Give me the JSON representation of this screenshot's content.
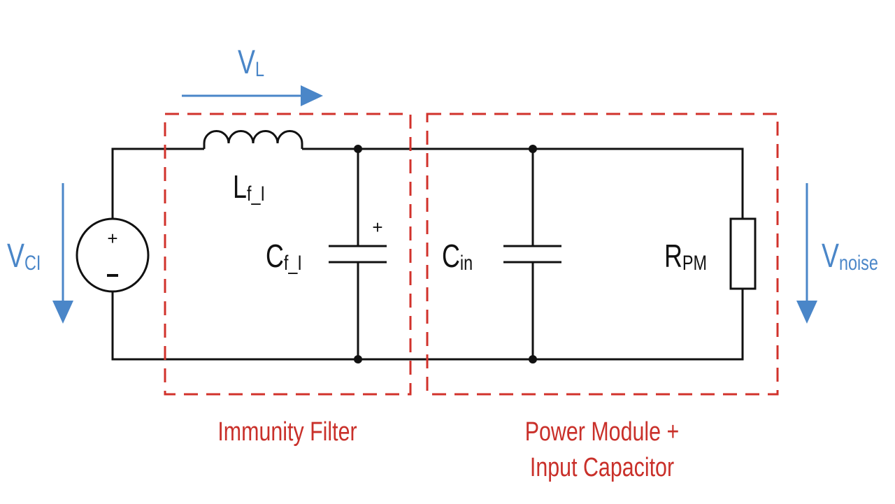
{
  "diagram": {
    "colors": {
      "wire": "#111111",
      "voltage_arrow": "#4a86c8",
      "block_outline": "#d1322b",
      "block_label": "#c9302a"
    },
    "voltages": {
      "vl": {
        "main": "V",
        "sub": "L"
      },
      "vci": {
        "main": "V",
        "sub": "CI"
      },
      "vnoise": {
        "main": "V",
        "sub": "noise"
      }
    },
    "components": {
      "inductor": {
        "main": "L",
        "sub": "f_I"
      },
      "filter_cap": {
        "main": "C",
        "sub": "f_I",
        "polarity": "+"
      },
      "input_cap": {
        "main": "C",
        "sub": "in"
      },
      "resistor": {
        "main": "R",
        "sub": "PM"
      },
      "source": {
        "plus": "+",
        "minus": "-"
      }
    },
    "blocks": {
      "immunity_filter": "Immunity Filter",
      "power_module_line1": "Power Module +",
      "power_module_line2": "Input Capacitor"
    }
  }
}
